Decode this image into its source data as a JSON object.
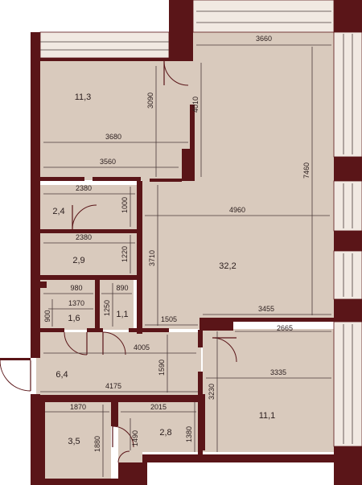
{
  "plan": {
    "rooms": [
      {
        "id": "room-113",
        "area": "11,3"
      },
      {
        "id": "room-322",
        "area": "32,2"
      },
      {
        "id": "room-24",
        "area": "2,4"
      },
      {
        "id": "room-29",
        "area": "2,9"
      },
      {
        "id": "room-16",
        "area": "1,6"
      },
      {
        "id": "room-11a",
        "area": "1,1"
      },
      {
        "id": "room-64",
        "area": "6,4"
      },
      {
        "id": "room-111",
        "area": "11,1"
      },
      {
        "id": "room-35",
        "area": "3,5"
      },
      {
        "id": "room-28",
        "area": "2,8"
      }
    ],
    "dimensions": {
      "d3660": "3660",
      "d4010": "4010",
      "d3090": "3090",
      "d3680": "3680",
      "d3560": "3560",
      "d7460": "7460",
      "d2380a": "2380",
      "d1000": "1000",
      "d4960": "4960",
      "d2380b": "2380",
      "d1220": "1220",
      "d3710": "3710",
      "d980": "980",
      "d890": "890",
      "d1370": "1370",
      "d1250": "1250",
      "d900": "900",
      "d1505": "1505",
      "d3455": "3455",
      "d2665": "2665",
      "d4005": "4005",
      "d1590": "1590",
      "d3335": "3335",
      "d4175": "4175",
      "d3230": "3230",
      "d1870": "1870",
      "d2015": "2015",
      "d1490": "1490",
      "d1380": "1380",
      "d1880": "1880"
    }
  }
}
